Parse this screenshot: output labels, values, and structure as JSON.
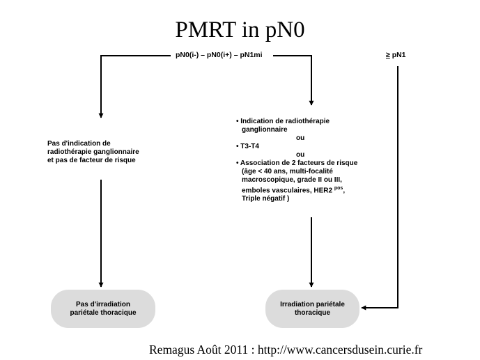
{
  "title": "PMRT in pN0",
  "top_center_label": "pN0(i-) – pN0(i+) – pN1mi",
  "top_right_label": {
    "symbol": "≥",
    "text": "pN1"
  },
  "left_box": {
    "lines": [
      "Pas d'indication de",
      "radiothérapie ganglionnaire",
      "et pas de facteur de risque"
    ]
  },
  "middle_box": {
    "bullet1": [
      "Indication de radiothérapie",
      "ganglionnaire"
    ],
    "ou1": "ou",
    "bullet2": "T3-T4",
    "ou2": "ou",
    "bullet3": "Association de  2 facteurs de risque",
    "details": [
      "(âge < 40 ans, multi-focalité",
      "macroscopique, grade II ou III,",
      "emboles vasculaires, HER2",
      "Triple négatif )"
    ],
    "her2_superscript": "pos",
    "her2_suffix": ","
  },
  "outcome_left": [
    "Pas d'irradiation",
    "pariétale thoracique"
  ],
  "outcome_right": [
    "Irradiation pariétale",
    "thoracique"
  ],
  "footer": "Remagus Août 2011 : http://www.cancersdusein.curie.fr"
}
